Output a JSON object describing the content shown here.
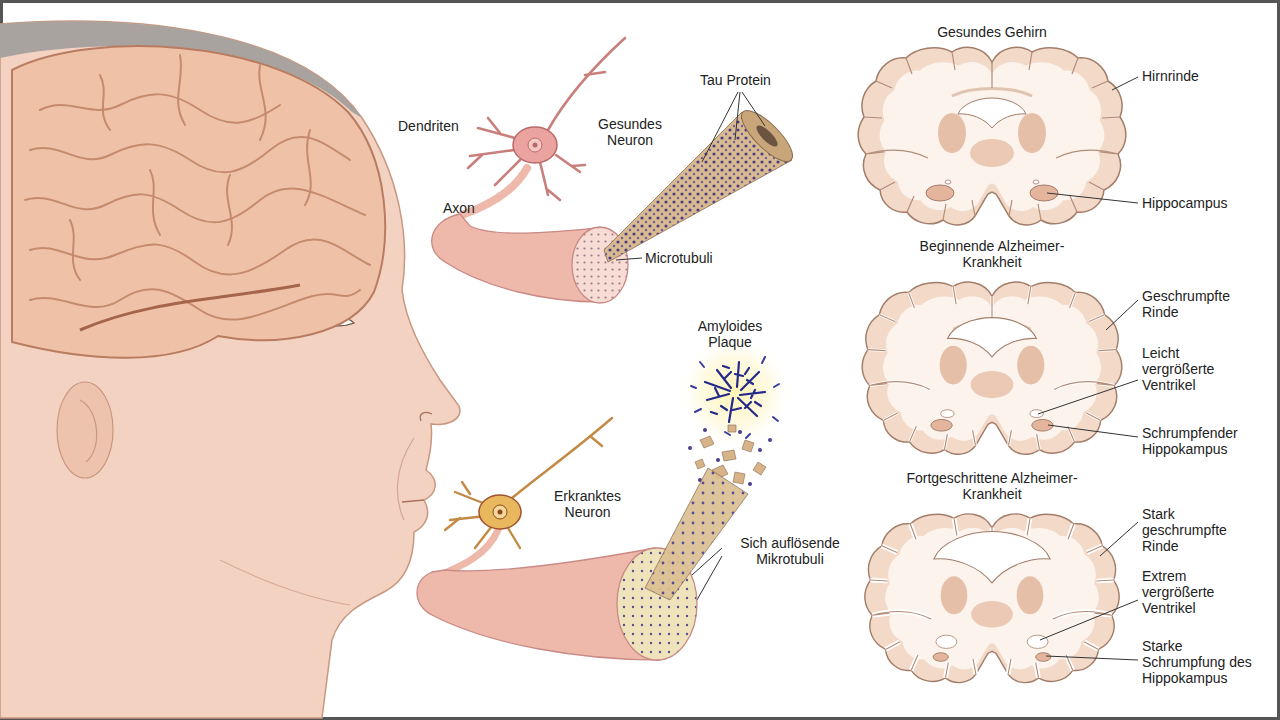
{
  "diagram": {
    "labels": [
      "Dendriten",
      "Gesundes Neuron",
      "Tau Protein",
      "Axon",
      "Microtubuli",
      "Amyloides Plaque",
      "Erkranktes Neuron",
      "Sich auflösende Mikrotubuli",
      "Gesundes Gehirn",
      "Hirnrinde",
      "Hippocampus",
      "Beginnende Alzheimer-Krankheit",
      "Geschrumpfte Rinde",
      "Leicht vergrößerte Ventrikel",
      "Schrumpfender Hippokampus",
      "Fortgeschrittene Alzheimer-Krankheit",
      "Stark geschrumpfte Rinde",
      "Extrem vergrößerte Ventrikel",
      "Starke Schrumpfung des Hippokampus"
    ]
  }
}
